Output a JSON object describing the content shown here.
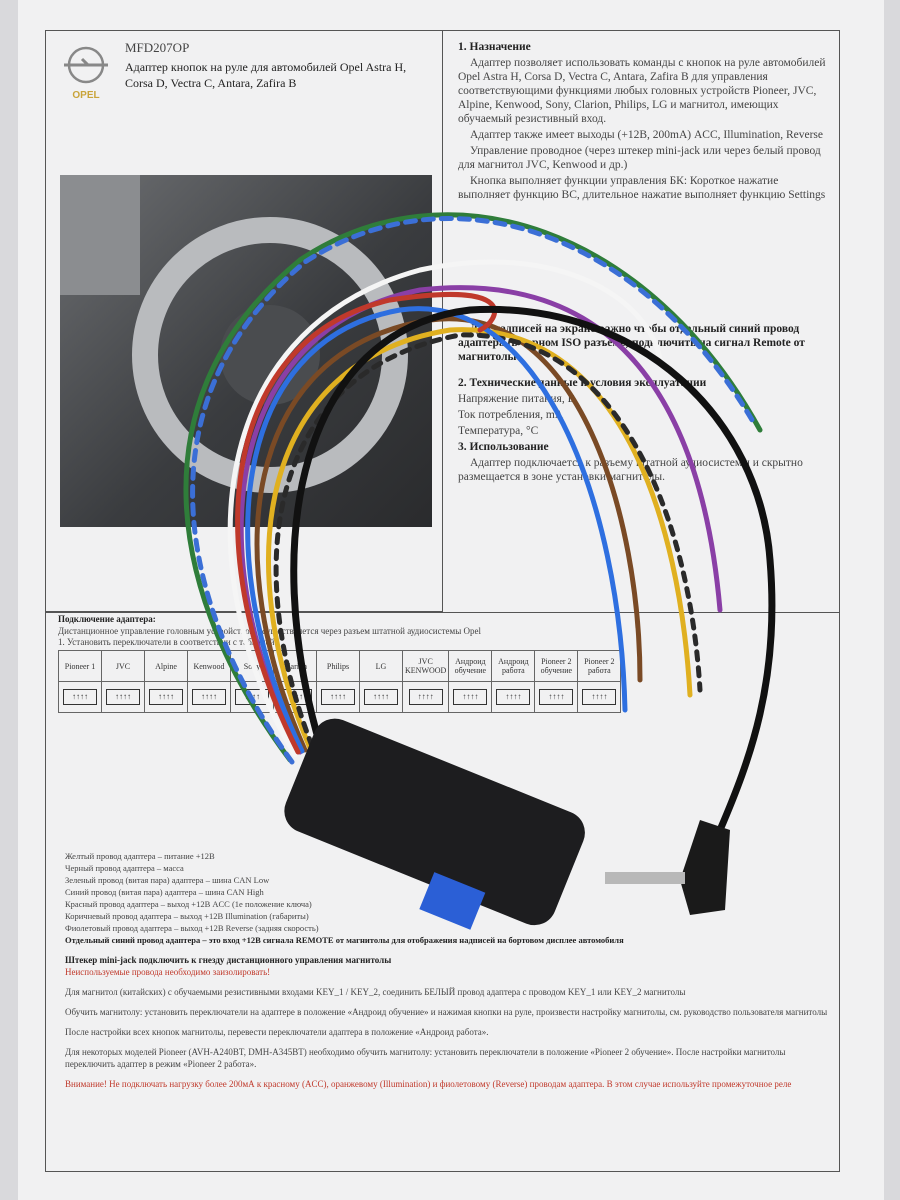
{
  "header": {
    "model": "MFD207OP",
    "subtitle": "Адаптер кнопок на руле для автомобилей Opel Astra H, Corsa D, Vectra C, Antara, Zafira B",
    "brand": "OPEL"
  },
  "section1": {
    "title": "1. Назначение",
    "p1": "Адаптер позволяет использовать команды с кнопок на руле автомобилей Opel Astra H, Corsa D, Vectra C, Antara, Zafira B для управления соответствующими функциями любых головных устройств Pioneer, JVC, Alpine, Kenwood, Sony, Clarion, Philips, LG и магнитол, имеющих обучаемый резистивный вход.",
    "p2": "Адаптер также имеет выходы (+12В, 200mA) ACC, Illumination, Reverse",
    "p3": "Управление проводное (через штекер mini-jack или через белый провод для магнитол JVC, Kenwood и др.)",
    "p4": "Кнопка выполняет функции управления БК: Короткое нажатие выполняет функцию ВС, длительное нажатие выполняет функцию Settings",
    "p5": "Для надписей на экране важно чтобы отдельный синий провод адаптера (в черном ISO разъеме) подключить на сигнал Remote от магнитолы"
  },
  "section2": {
    "title": "2. Технические данные и условия эксплуатации",
    "rows": [
      "Напряжение питания, В",
      "Ток потребления, mA",
      "Температура, °C"
    ]
  },
  "section3": {
    "title": "3. Использование",
    "p": "Адаптер подключается к разъему штатной аудиосистемы и скрытно размещается в зоне установки магнитолы."
  },
  "connection": {
    "title": "Подключение адаптера:",
    "line1": "Дистанционное управление головным устройством осуществляется через разъем штатной аудиосистемы Opel",
    "line2": "1. Установить переключатели в соответствии с таблицей:",
    "columns": [
      "Pioneer 1",
      "JVC",
      "Alpine",
      "Kenwood",
      "Sony",
      "Clarion",
      "Philips",
      "LG",
      "JVC KENWOOD",
      "Андроид обучение",
      "Андроид работа",
      "Pioneer 2 обучение",
      "Pioneer 2 работа"
    ]
  },
  "wires": [
    "Желтый провод адаптера – питание +12В",
    "Черный провод адаптера – масса",
    "Зеленый провод (витая пара) адаптера – шина CAN Low",
    "Синий провод (витая пара) адаптера – шина CAN High",
    "Красный провод адаптера – выход +12В ACC (1е положение ключа)",
    "Коричневый провод адаптера – выход +12В Illumination (габариты)",
    "Фиолетовый провод адаптера – выход +12В Reverse (задняя скорость)",
    "Отдельный синий провод адаптера – это вход +12В сигнала REMOTE от магнитолы для отображения надписей на бортовом дисплее автомобиля"
  ],
  "notes": [
    "Штекер mini-jack подключить к гнезду дистанционного управления магнитолы",
    "Неиспользуемые провода необходимо заизолировать!",
    "Для магнитол (китайских) с обучаемыми резистивными входами KEY_1 / KEY_2, соединить БЕЛЫЙ провод адаптера с проводом KEY_1 или KEY_2 магнитолы",
    "Обучить магнитолу: установить переключатели на адаптере в положение «Андроид обучение» и нажимая кнопки на руле, произвести настройку магнитолы, см. руководство пользователя магнитолы",
    "После настройки всех кнопок магнитолы, перевести переключатели адаптера в положение «Андроид работа».",
    "Для некоторых моделей Pioneer (AVH-A240BT, DMH-A345BT) необходимо обучить магнитолу: установить переключатели в положение «Pioneer 2 обучение». После настройки магнитолы переключить адаптер в режим «Pioneer 2 работа»."
  ],
  "warning": "Внимание! Не подключать нагрузку более 200мА к красному (ACC), оранжевому (Illumination) и фиолетовому (Reverse) проводам адаптера. В этом случае используйте промежуточное реле"
}
